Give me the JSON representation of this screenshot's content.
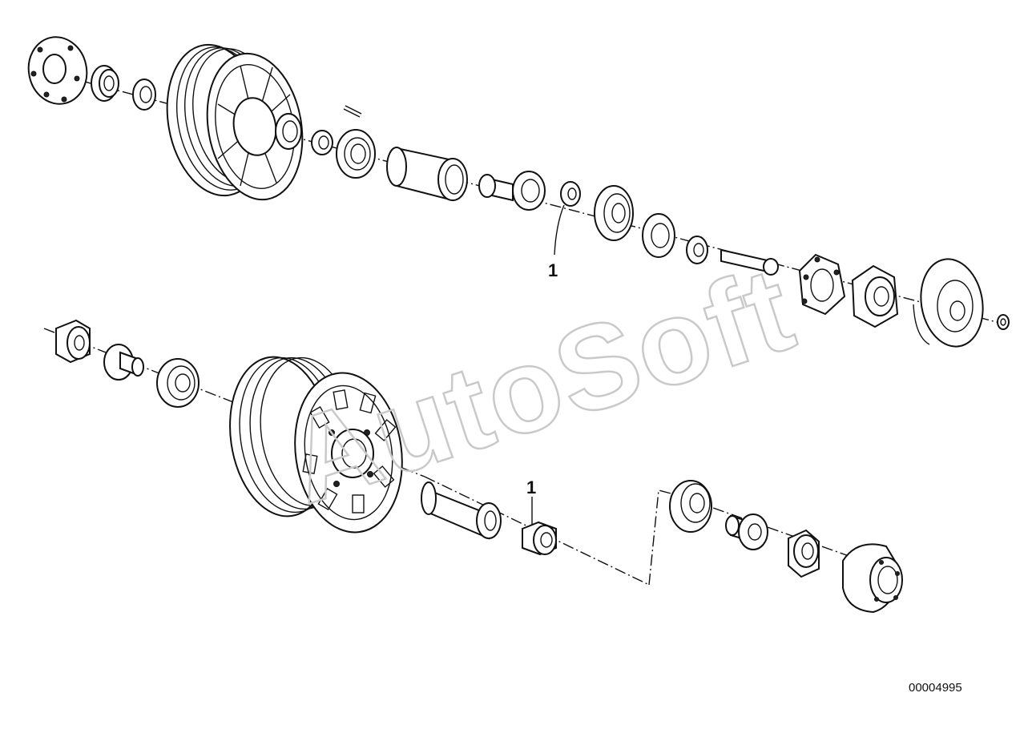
{
  "diagram": {
    "watermark": "AutoSoft",
    "document_number": "00004995",
    "callouts": [
      {
        "id": "callout-1-upper",
        "label": "1"
      },
      {
        "id": "callout-1-lower",
        "label": "1"
      }
    ]
  }
}
